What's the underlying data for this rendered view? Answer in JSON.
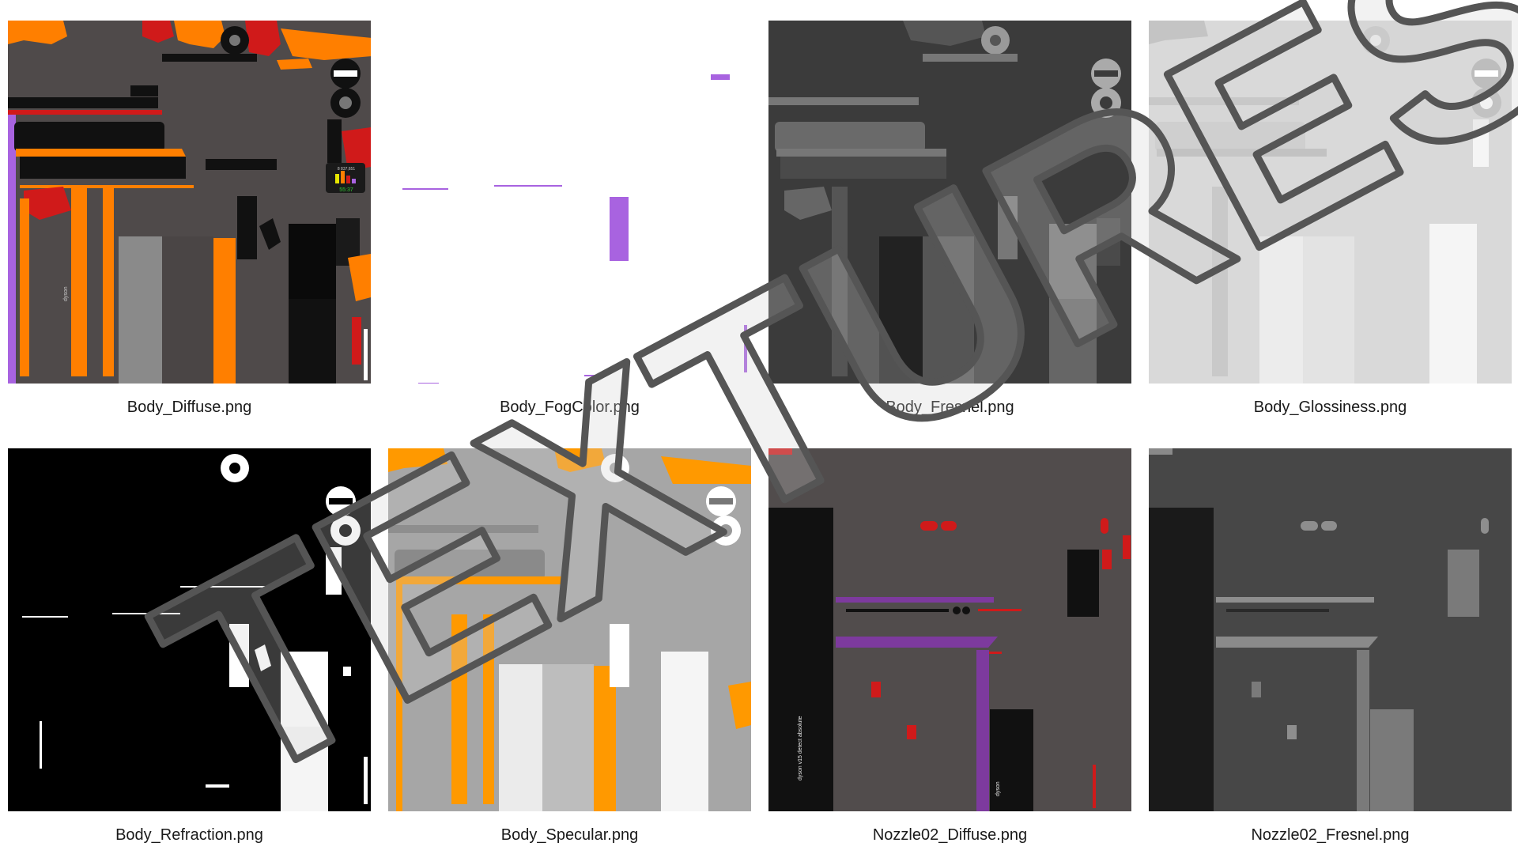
{
  "textures": [
    {
      "name": "Body_Diffuse.png"
    },
    {
      "name": "Body_FogColor.png"
    },
    {
      "name": "Body_Fresnel.png"
    },
    {
      "name": "Body_Glossiness.png"
    },
    {
      "name": "Body_Refraction.png"
    },
    {
      "name": "Body_Specular.png"
    },
    {
      "name": "Nozzle02_Diffuse.png"
    },
    {
      "name": "Nozzle02_Fresnel.png"
    }
  ],
  "watermark": "TEXTURES",
  "texture_labels": {
    "dyson_logo": "dyson",
    "screen_time": "55:37",
    "screen_count": "8 837,651",
    "product_line": "dyson v15 detect absolute"
  },
  "colors": {
    "background": "#ffffff",
    "body_gray": "#4f4a4a",
    "orange": "#ff7f00",
    "red": "#d01a1a",
    "purple": "#a863e0",
    "fresnel_gray": "#3b3b3b",
    "gloss_gray": "#d9d9d9",
    "nozzle_gray": "#514c4c",
    "nozzle_fresnel_gray": "#474747"
  }
}
